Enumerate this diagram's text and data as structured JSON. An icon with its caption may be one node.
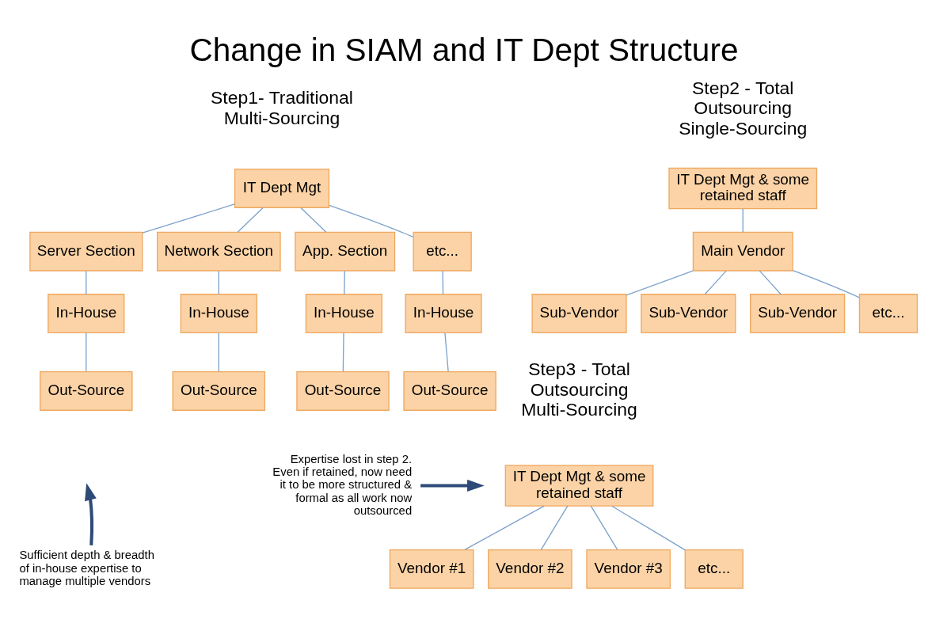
{
  "diagram": {
    "title": "Change in SIAM and IT Dept Structure",
    "nodes": [
      {
        "text": [
          "IT Dept Mgt"
        ]
      },
      {
        "text": [
          "Server Section"
        ]
      },
      {
        "text": [
          "Network Section"
        ]
      },
      {
        "text": [
          "App. Section"
        ]
      },
      {
        "text": [
          "etc..."
        ]
      },
      {
        "text": [
          "In-House"
        ]
      },
      {
        "text": [
          "In-House"
        ]
      },
      {
        "text": [
          "In-House"
        ]
      },
      {
        "text": [
          "In-House"
        ]
      },
      {
        "text": [
          "Out-Source"
        ]
      },
      {
        "text": [
          "Out-Source"
        ]
      },
      {
        "text": [
          "Out-Source"
        ]
      },
      {
        "text": [
          "Out-Source"
        ]
      },
      {
        "text": [
          "IT Dept Mgt & some retained staff"
        ]
      },
      {
        "text": [
          "Main Vendor"
        ]
      },
      {
        "text": [
          "Sub-Vendor"
        ]
      },
      {
        "text": [
          "Sub-Vendor"
        ]
      },
      {
        "text": [
          "Sub-Vendor"
        ]
      },
      {
        "text": [
          "etc..."
        ]
      },
      {
        "text": [
          "IT Dept Mgt & some retained staff"
        ]
      },
      {
        "text": [
          "Vendor #1"
        ]
      },
      {
        "text": [
          "Vendor #2"
        ]
      },
      {
        "text": [
          "Vendor #3"
        ]
      },
      {
        "text": [
          "etc..."
        ]
      },
      {
        "text": [
          "Sufficient depth & breadth of in-house expertise to manage multiple vendors"
        ]
      },
      {
        "text": [
          "Expertise lost in step 2. Even if retained, now need it to be more structured & formal as all work now outsourced"
        ]
      }
    ],
    "edges": [
      {
        "from": 0,
        "to": 1,
        "arrow": "none"
      },
      {
        "from": 0,
        "to": 2,
        "arrow": "none"
      },
      {
        "from": 0,
        "to": 3,
        "arrow": "none"
      },
      {
        "from": 0,
        "to": 4,
        "arrow": "none"
      },
      {
        "from": 1,
        "to": 5,
        "arrow": "none"
      },
      {
        "from": 2,
        "to": 6,
        "arrow": "none"
      },
      {
        "from": 3,
        "to": 7,
        "arrow": "none"
      },
      {
        "from": 4,
        "to": 8,
        "arrow": "none"
      },
      {
        "from": 5,
        "to": 9,
        "arrow": "none"
      },
      {
        "from": 6,
        "to": 10,
        "arrow": "none"
      },
      {
        "from": 7,
        "to": 11,
        "arrow": "none"
      },
      {
        "from": 8,
        "to": 12,
        "arrow": "none"
      },
      {
        "from": 13,
        "to": 14,
        "arrow": "none"
      },
      {
        "from": 14,
        "to": 15,
        "arrow": "none"
      },
      {
        "from": 14,
        "to": 16,
        "arrow": "none"
      },
      {
        "from": 14,
        "to": 17,
        "arrow": "none"
      },
      {
        "from": 14,
        "to": 18,
        "arrow": "none"
      },
      {
        "from": 19,
        "to": 20,
        "arrow": "none"
      },
      {
        "from": 19,
        "to": 21,
        "arrow": "none"
      },
      {
        "from": 19,
        "to": 22,
        "arrow": "none"
      },
      {
        "from": 19,
        "to": 23,
        "arrow": "none"
      },
      {
        "from": 24,
        "to": null,
        "arrow": "to",
        "style": "thick",
        "color": "#2e4a78"
      },
      {
        "from": 25,
        "to": null,
        "arrow": "to",
        "style": "thick",
        "color": "#2e4a78"
      }
    ],
    "labels": [
      "Step1- Traditional Multi-Sourcing",
      "Step2 - Total Outsourcing Single-Sourcing",
      "Step3 - Total Outsourcing Multi-Sourcing"
    ]
  }
}
